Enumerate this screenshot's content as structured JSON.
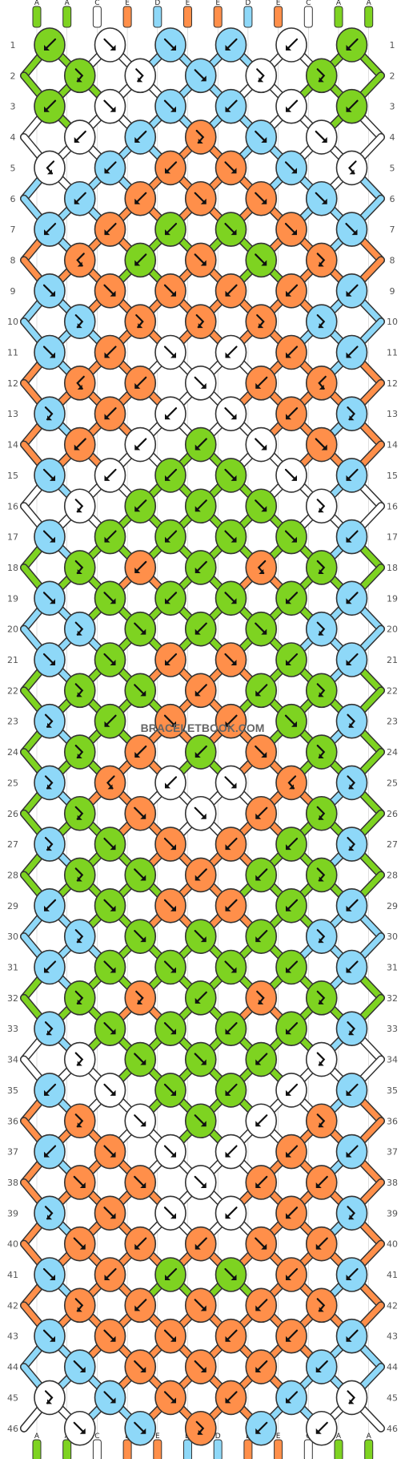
{
  "colors": {
    "A": "#7ed321",
    "B": "#ff8f4a",
    "C": "#ffffff",
    "D": "#8ed8f8",
    "outline": "#333333",
    "grid": "#cccccc",
    "arrow": "#111111",
    "arrow_on_color": "#ffffff"
  },
  "watermark": "BRACELETBOOK.COM",
  "strand_labels_top": [
    "A",
    "A",
    "C",
    "E",
    "D",
    "E",
    "E",
    "D",
    "E",
    "C",
    "A",
    "A"
  ],
  "strand_labels_bottom": [
    "A",
    "A",
    "C",
    "E",
    "E",
    "D",
    "D",
    "E",
    "E",
    "C",
    "A",
    "A"
  ],
  "pattern": {
    "rows": 46,
    "knots_even_row": 6,
    "knots_odd_row": 5,
    "arrow_map": {
      "f": "arrow-down-right",
      "b": "arrow-down-left",
      "fb": "forward-backward",
      "bf": "backward-forward"
    },
    "knots": [
      [
        [
          "A",
          "b"
        ],
        [
          "C",
          "f"
        ],
        [
          "D",
          "f"
        ],
        [
          "D",
          "b"
        ],
        [
          "C",
          "b"
        ],
        [
          "A",
          "b"
        ]
      ],
      [
        [
          "A",
          "fb"
        ],
        [
          "C",
          "fb"
        ],
        [
          "D",
          "f"
        ],
        [
          "C",
          "fb"
        ],
        [
          "A",
          "fb"
        ]
      ],
      [
        [
          "A",
          "b"
        ],
        [
          "C",
          "f"
        ],
        [
          "D",
          "f"
        ],
        [
          "D",
          "b"
        ],
        [
          "C",
          "b"
        ],
        [
          "A",
          "b"
        ]
      ],
      [
        [
          "C",
          "b"
        ],
        [
          "D",
          "b"
        ],
        [
          "B",
          "fb"
        ],
        [
          "D",
          "f"
        ],
        [
          "C",
          "f"
        ]
      ],
      [
        [
          "C",
          "bf"
        ],
        [
          "D",
          "b"
        ],
        [
          "B",
          "b"
        ],
        [
          "B",
          "f"
        ],
        [
          "D",
          "f"
        ],
        [
          "C",
          "bf"
        ]
      ],
      [
        [
          "D",
          "b"
        ],
        [
          "B",
          "b"
        ],
        [
          "B",
          "f"
        ],
        [
          "B",
          "f"
        ],
        [
          "D",
          "f"
        ]
      ],
      [
        [
          "D",
          "b"
        ],
        [
          "B",
          "b"
        ],
        [
          "A",
          "b"
        ],
        [
          "A",
          "f"
        ],
        [
          "B",
          "f"
        ],
        [
          "D",
          "f"
        ]
      ],
      [
        [
          "B",
          "bf"
        ],
        [
          "A",
          "b"
        ],
        [
          "B",
          "f"
        ],
        [
          "A",
          "f"
        ],
        [
          "B",
          "fb"
        ]
      ],
      [
        [
          "D",
          "f"
        ],
        [
          "B",
          "f"
        ],
        [
          "B",
          "f"
        ],
        [
          "B",
          "b"
        ],
        [
          "B",
          "b"
        ],
        [
          "D",
          "b"
        ]
      ],
      [
        [
          "D",
          "fb"
        ],
        [
          "B",
          "fb"
        ],
        [
          "B",
          "fb"
        ],
        [
          "B",
          "fb"
        ],
        [
          "D",
          "fb"
        ]
      ],
      [
        [
          "D",
          "f"
        ],
        [
          "B",
          "b"
        ],
        [
          "C",
          "f"
        ],
        [
          "C",
          "b"
        ],
        [
          "B",
          "b"
        ],
        [
          "D",
          "b"
        ]
      ],
      [
        [
          "B",
          "bf"
        ],
        [
          "B",
          "b"
        ],
        [
          "C",
          "f"
        ],
        [
          "B",
          "b"
        ],
        [
          "B",
          "bf"
        ]
      ],
      [
        [
          "D",
          "fb"
        ],
        [
          "B",
          "b"
        ],
        [
          "C",
          "b"
        ],
        [
          "C",
          "f"
        ],
        [
          "B",
          "b"
        ],
        [
          "D",
          "fb"
        ]
      ],
      [
        [
          "B",
          "b"
        ],
        [
          "C",
          "b"
        ],
        [
          "A",
          "b"
        ],
        [
          "C",
          "f"
        ],
        [
          "B",
          "f"
        ]
      ],
      [
        [
          "D",
          "f"
        ],
        [
          "C",
          "b"
        ],
        [
          "A",
          "b"
        ],
        [
          "A",
          "f"
        ],
        [
          "C",
          "f"
        ],
        [
          "D",
          "b"
        ]
      ],
      [
        [
          "C",
          "fb"
        ],
        [
          "A",
          "b"
        ],
        [
          "A",
          "b"
        ],
        [
          "A",
          "f"
        ],
        [
          "C",
          "fb"
        ]
      ],
      [
        [
          "D",
          "f"
        ],
        [
          "A",
          "b"
        ],
        [
          "A",
          "b"
        ],
        [
          "A",
          "f"
        ],
        [
          "A",
          "f"
        ],
        [
          "D",
          "b"
        ]
      ],
      [
        [
          "A",
          "fb"
        ],
        [
          "B",
          "b"
        ],
        [
          "A",
          "b"
        ],
        [
          "B",
          "bf"
        ],
        [
          "A",
          "fb"
        ]
      ],
      [
        [
          "D",
          "f"
        ],
        [
          "A",
          "f"
        ],
        [
          "A",
          "b"
        ],
        [
          "A",
          "f"
        ],
        [
          "A",
          "b"
        ],
        [
          "D",
          "b"
        ]
      ],
      [
        [
          "D",
          "fb"
        ],
        [
          "A",
          "f"
        ],
        [
          "A",
          "b"
        ],
        [
          "A",
          "f"
        ],
        [
          "D",
          "fb"
        ]
      ],
      [
        [
          "D",
          "f"
        ],
        [
          "A",
          "f"
        ],
        [
          "B",
          "b"
        ],
        [
          "B",
          "f"
        ],
        [
          "A",
          "b"
        ],
        [
          "D",
          "b"
        ]
      ],
      [
        [
          "A",
          "fb"
        ],
        [
          "A",
          "f"
        ],
        [
          "B",
          "b"
        ],
        [
          "A",
          "b"
        ],
        [
          "A",
          "fb"
        ]
      ],
      [
        [
          "D",
          "fb"
        ],
        [
          "A",
          "b"
        ],
        [
          "B",
          "f"
        ],
        [
          "B",
          "b"
        ],
        [
          "A",
          "f"
        ],
        [
          "D",
          "fb"
        ]
      ],
      [
        [
          "A",
          "fb"
        ],
        [
          "B",
          "b"
        ],
        [
          "A",
          "b"
        ],
        [
          "B",
          "f"
        ],
        [
          "A",
          "fb"
        ]
      ],
      [
        [
          "D",
          "fb"
        ],
        [
          "B",
          "bf"
        ],
        [
          "C",
          "b"
        ],
        [
          "C",
          "f"
        ],
        [
          "B",
          "bf"
        ],
        [
          "D",
          "fb"
        ]
      ],
      [
        [
          "A",
          "fb"
        ],
        [
          "B",
          "f"
        ],
        [
          "C",
          "f"
        ],
        [
          "B",
          "b"
        ],
        [
          "A",
          "fb"
        ]
      ],
      [
        [
          "D",
          "fb"
        ],
        [
          "A",
          "f"
        ],
        [
          "B",
          "f"
        ],
        [
          "B",
          "b"
        ],
        [
          "A",
          "b"
        ],
        [
          "D",
          "fb"
        ]
      ],
      [
        [
          "A",
          "fb"
        ],
        [
          "A",
          "f"
        ],
        [
          "B",
          "b"
        ],
        [
          "A",
          "b"
        ],
        [
          "A",
          "fb"
        ]
      ],
      [
        [
          "D",
          "b"
        ],
        [
          "A",
          "f"
        ],
        [
          "B",
          "f"
        ],
        [
          "B",
          "b"
        ],
        [
          "A",
          "b"
        ],
        [
          "D",
          "b"
        ]
      ],
      [
        [
          "D",
          "fb"
        ],
        [
          "A",
          "f"
        ],
        [
          "A",
          "f"
        ],
        [
          "A",
          "b"
        ],
        [
          "D",
          "fb"
        ]
      ],
      [
        [
          "D",
          "b"
        ],
        [
          "A",
          "f"
        ],
        [
          "A",
          "f"
        ],
        [
          "A",
          "f"
        ],
        [
          "A",
          "b"
        ],
        [
          "D",
          "b"
        ]
      ],
      [
        [
          "A",
          "fb"
        ],
        [
          "B",
          "fb"
        ],
        [
          "A",
          "b"
        ],
        [
          "B",
          "fb"
        ],
        [
          "A",
          "fb"
        ]
      ],
      [
        [
          "D",
          "fb"
        ],
        [
          "A",
          "f"
        ],
        [
          "A",
          "f"
        ],
        [
          "A",
          "b"
        ],
        [
          "A",
          "b"
        ],
        [
          "D",
          "fb"
        ]
      ],
      [
        [
          "C",
          "fb"
        ],
        [
          "A",
          "f"
        ],
        [
          "A",
          "f"
        ],
        [
          "A",
          "b"
        ],
        [
          "C",
          "fb"
        ]
      ],
      [
        [
          "D",
          "b"
        ],
        [
          "C",
          "f"
        ],
        [
          "A",
          "f"
        ],
        [
          "A",
          "b"
        ],
        [
          "C",
          "b"
        ],
        [
          "D",
          "b"
        ]
      ],
      [
        [
          "B",
          "fb"
        ],
        [
          "C",
          "f"
        ],
        [
          "A",
          "f"
        ],
        [
          "C",
          "b"
        ],
        [
          "B",
          "fb"
        ]
      ],
      [
        [
          "D",
          "b"
        ],
        [
          "B",
          "f"
        ],
        [
          "C",
          "f"
        ],
        [
          "C",
          "b"
        ],
        [
          "B",
          "b"
        ],
        [
          "D",
          "b"
        ]
      ],
      [
        [
          "B",
          "f"
        ],
        [
          "B",
          "f"
        ],
        [
          "C",
          "f"
        ],
        [
          "B",
          "b"
        ],
        [
          "B",
          "b"
        ]
      ],
      [
        [
          "D",
          "fb"
        ],
        [
          "B",
          "f"
        ],
        [
          "C",
          "f"
        ],
        [
          "C",
          "b"
        ],
        [
          "B",
          "b"
        ],
        [
          "D",
          "fb"
        ]
      ],
      [
        [
          "B",
          "f"
        ],
        [
          "B",
          "b"
        ],
        [
          "B",
          "b"
        ],
        [
          "B",
          "f"
        ],
        [
          "B",
          "b"
        ]
      ],
      [
        [
          "D",
          "f"
        ],
        [
          "B",
          "b"
        ],
        [
          "A",
          "b"
        ],
        [
          "A",
          "f"
        ],
        [
          "B",
          "b"
        ],
        [
          "D",
          "b"
        ]
      ],
      [
        [
          "B",
          "fb"
        ],
        [
          "B",
          "b"
        ],
        [
          "B",
          "f"
        ],
        [
          "B",
          "b"
        ],
        [
          "B",
          "fb"
        ]
      ],
      [
        [
          "D",
          "f"
        ],
        [
          "B",
          "f"
        ],
        [
          "B",
          "f"
        ],
        [
          "B",
          "b"
        ],
        [
          "B",
          "b"
        ],
        [
          "D",
          "b"
        ]
      ],
      [
        [
          "D",
          "f"
        ],
        [
          "B",
          "f"
        ],
        [
          "B",
          "f"
        ],
        [
          "B",
          "b"
        ],
        [
          "D",
          "b"
        ]
      ],
      [
        [
          "C",
          "fb"
        ],
        [
          "D",
          "f"
        ],
        [
          "B",
          "f"
        ],
        [
          "B",
          "b"
        ],
        [
          "D",
          "b"
        ],
        [
          "C",
          "fb"
        ]
      ],
      [
        [
          "C",
          "f"
        ],
        [
          "D",
          "f"
        ],
        [
          "B",
          "fb"
        ],
        [
          "D",
          "b"
        ],
        [
          "C",
          "b"
        ]
      ]
    ]
  }
}
